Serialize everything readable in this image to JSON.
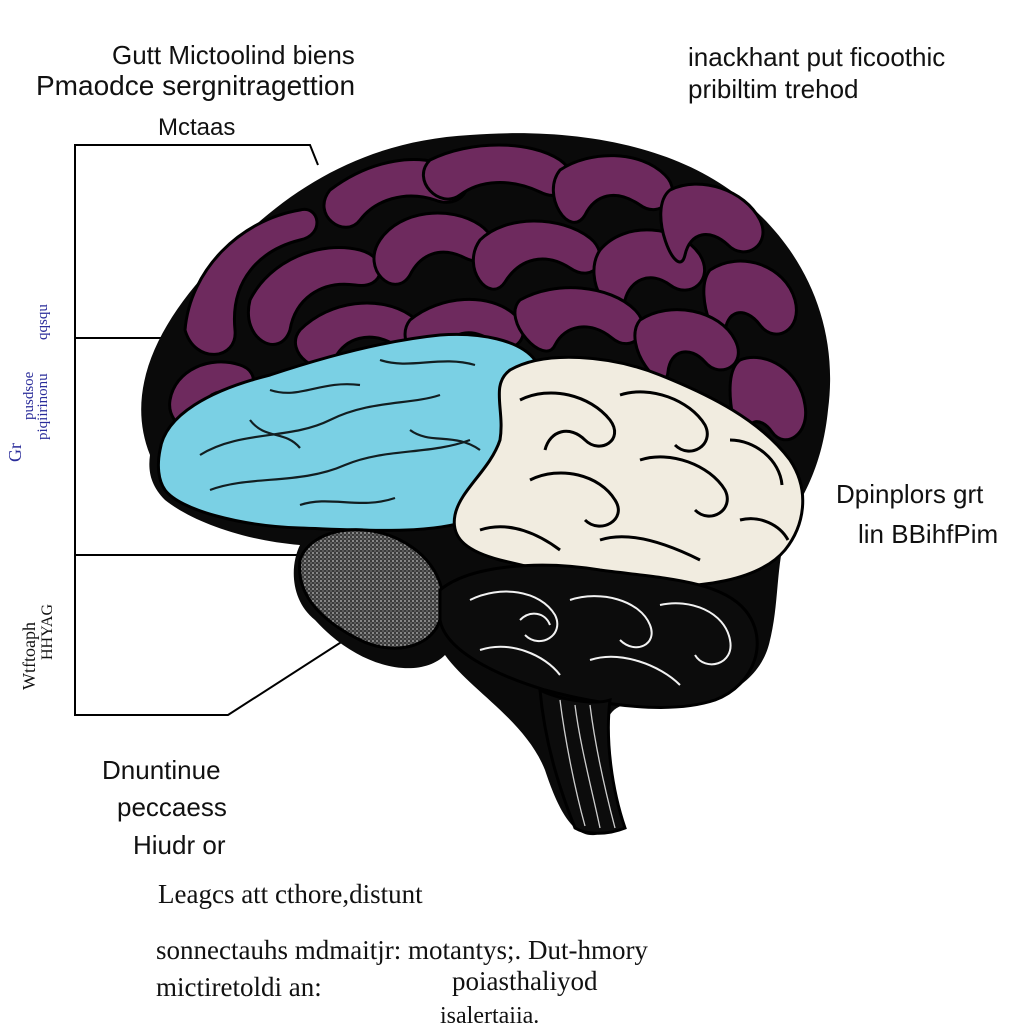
{
  "labels": {
    "title_line1": "Gutt Mictoolind biens",
    "title_line2": "Pmaodce sergnitragettion",
    "title_line3": "Mctaas",
    "top_right_line1": "inackhant put ficoothic",
    "top_right_line2": "pribiltim trehod",
    "right_line1": "Dpinplors grt",
    "right_line2": "lin BBihfPim",
    "bottom_left_line1": "Dnuntinue",
    "bottom_left_line2": "peccaess",
    "bottom_left_line3": "Hiudr or",
    "footer_line1": "Leagcs att cthore,distunt",
    "footer_line2": "sonnectauhs mdmaitjr: motantys;. Dut-hmory",
    "footer_line3": "mictiretoldi an:",
    "footer_line4": "poiasthaliyod",
    "footer_line5": "isalertaiia."
  },
  "side_labels": {
    "blue_top": "Gr",
    "blue_line1": "pusdsoe",
    "blue_line2": "piqiirinonu",
    "blue_line3": "qqsqu",
    "black_line1": "Wtftoaph",
    "black_line2": "HHYAG"
  },
  "colors": {
    "frontal_purple": "#6e2a5e",
    "temporal_blue": "#7ad0e4",
    "parietal_cream": "#f1ece0",
    "cerebellum_black": "#0c0c0c",
    "outline": "#000000",
    "side_text_blue": "#2a2c9a"
  }
}
